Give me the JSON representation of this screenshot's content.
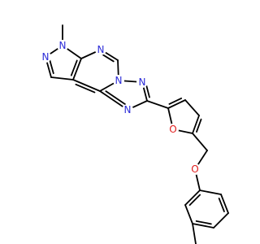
{
  "molecule": {
    "atom_labels": {
      "n_methyl": "N",
      "n_pyrazole": "N",
      "n_pyrimidine": "N",
      "n_bridge": "N",
      "n_triazole_top": "N",
      "n_triazole_bottom": "N",
      "o_furan": "O",
      "o_ether": "O"
    }
  },
  "colors": {
    "bond": "#000000",
    "nitrogen": "#2c2cd8",
    "oxygen": "#e01b1b",
    "background": "#ffffff"
  }
}
